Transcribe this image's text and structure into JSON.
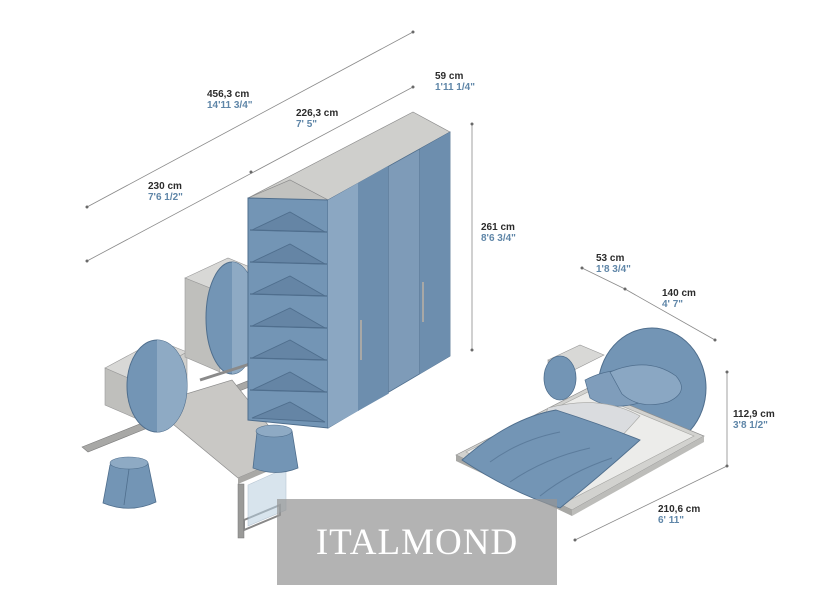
{
  "dimensions": {
    "total_width": {
      "cm": "456,3 cm",
      "in": "14'11 3/4\""
    },
    "wardrobe_width": {
      "cm": "226,3 cm",
      "in": "7' 5\""
    },
    "desk_width": {
      "cm": "230 cm",
      "in": "7'6 1/2\""
    },
    "wardrobe_depth": {
      "cm": "59 cm",
      "in": "1'11 1/4\""
    },
    "wardrobe_height": {
      "cm": "261 cm",
      "in": "8'6 3/4\""
    },
    "nightstand_depth": {
      "cm": "53 cm",
      "in": "1'8 3/4\""
    },
    "bed_width": {
      "cm": "140 cm",
      "in": "4' 7\""
    },
    "bed_height": {
      "cm": "112,9 cm",
      "in": "3'8 1/2\""
    },
    "bed_length": {
      "cm": "210,6 cm",
      "in": "6' 11\""
    }
  },
  "watermark": "ITALMOND",
  "colors": {
    "blue": "#6f8fae",
    "blue_dark": "#4f6e8d",
    "gray_light": "#d6d6d4",
    "gray_mid": "#b9b9b6",
    "line": "#7a7a7a"
  }
}
